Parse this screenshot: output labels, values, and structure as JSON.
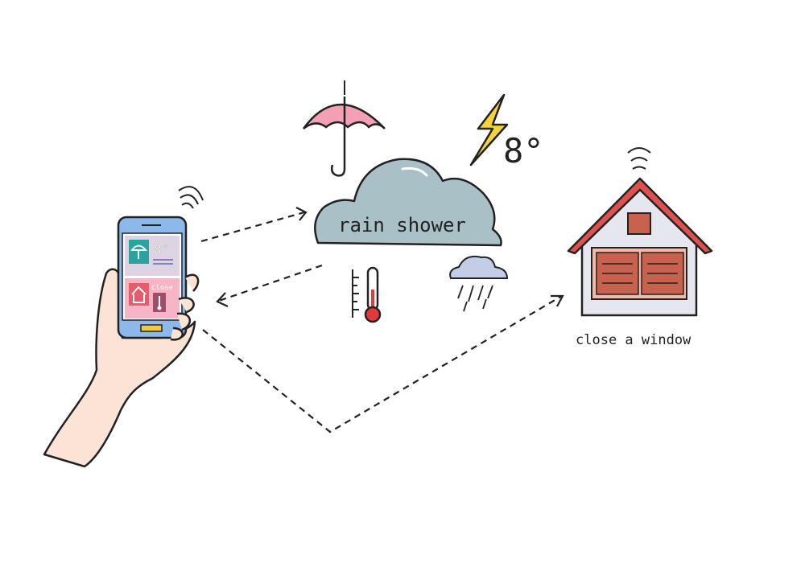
{
  "cloud": {
    "label": "rain shower"
  },
  "lightning": {
    "temperature": "8°"
  },
  "phone": {
    "weather_card": {
      "temperature": "8°",
      "icon": "umbrella-icon"
    },
    "home_card": {
      "label": "close",
      "icon": "house-icon"
    }
  },
  "house": {
    "caption": "close a window"
  },
  "colors": {
    "cloud": "#a9c1c6",
    "umbrella": "#f4a0b4",
    "lightning": "#f5d33c",
    "phone_body": "#8db8ea",
    "roof": "#e0504f",
    "shutters": "#c9614f",
    "skin": "#fbe4d5",
    "thermometer": "#e03a3a"
  }
}
